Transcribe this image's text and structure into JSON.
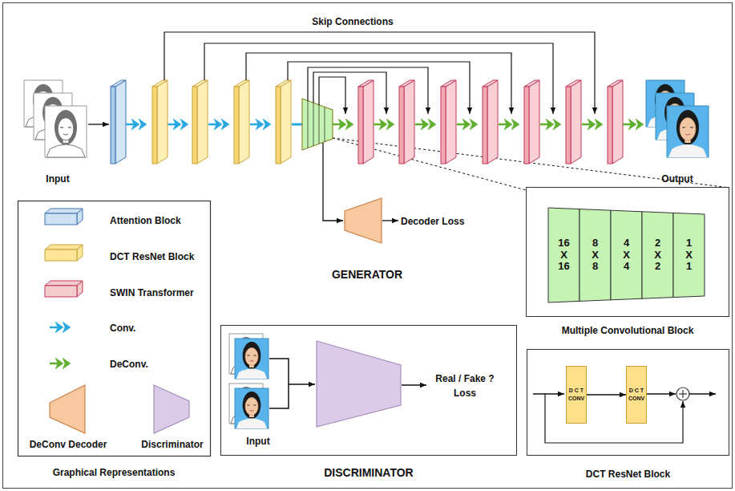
{
  "diagram": {
    "nodes": [
      {
        "text": [
          "Multiple Convolutional Block"
        ]
      },
      {
        "text": [
          "16 X 16"
        ],
        "in": 0
      },
      {
        "text": [
          "8 X 8"
        ],
        "in": 0
      },
      {
        "text": [
          "4 X 4"
        ],
        "in": 0
      },
      {
        "text": [
          "2 X 2"
        ],
        "in": 0
      },
      {
        "text": [
          "1 X 1"
        ],
        "in": 0
      },
      {
        "text": [
          "DISCRIMINATOR"
        ]
      },
      {
        "text": [
          "DCT ResNet Block"
        ]
      },
      {
        "text": [
          "D C T CONV"
        ],
        "in": 7
      },
      {
        "text": [
          "D C T CONV"
        ],
        "in": 7
      }
    ],
    "edges": [
      {
        "from": 8,
        "to": 9,
        "arrow": "to"
      }
    ],
    "labels": [
      "Skip Connections",
      "Input",
      "Output",
      "Decoder Loss",
      "GENERATOR",
      "Input",
      "Real / Fake ? Loss",
      "Graphical Representations"
    ],
    "legend": [
      {
        "text": "Attention Block",
        "color": "#cfe2f3"
      },
      {
        "text": "DCT ResNet Block",
        "color": "#ffe599"
      },
      {
        "text": "SWIN Transformer",
        "color": "#f4cccc"
      },
      {
        "text": "Conv."
      },
      {
        "text": "DeConv."
      },
      {
        "text": "DeConv Decoder"
      },
      {
        "text": "Discriminator"
      }
    ]
  }
}
